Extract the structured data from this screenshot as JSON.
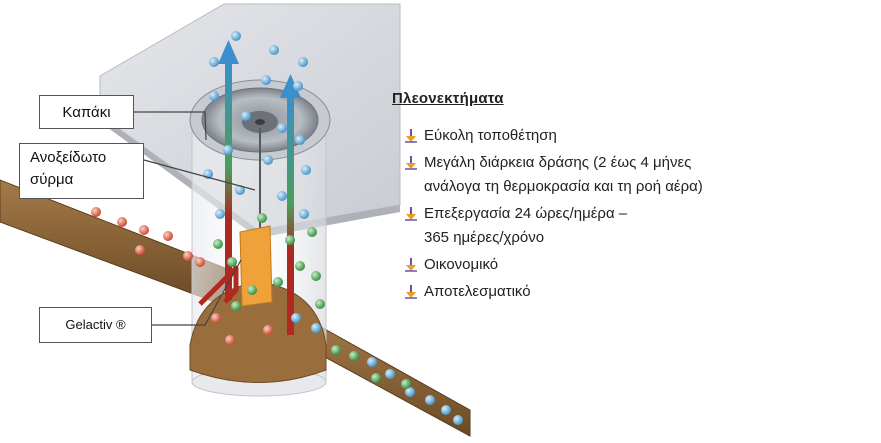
{
  "labels": {
    "lid": "Καπάκι",
    "wire_line1": "Ανοξείδωτο",
    "wire_line2": "σύρμα",
    "gelactiv": "Gelactiv ®"
  },
  "advantages": {
    "title": "Πλεονεκτήματα",
    "items": [
      {
        "line1": "Εύκολη τοποθέτηση",
        "line2": ""
      },
      {
        "line1": "Μεγάλη διάρκεια δράσης (2 έως 4 μήνες",
        "line2": "ανάλογα τη θερμοκρασία και τη ροή αέρα)"
      },
      {
        "line1": "Επεξεργασία 24 ώρες/ημέρα –",
        "line2": "365 ημέρες/χρόνο"
      },
      {
        "line1": "Οικονομικό",
        "line2": ""
      },
      {
        "line1": "Αποτελεσματικό",
        "line2": ""
      }
    ]
  },
  "colors": {
    "plate": "#d9dbe0",
    "pipe": "#8a6438",
    "gel": "#f0a23a",
    "arrow_top": "#3a8fcc",
    "arrow_mid": "#4a9e5a",
    "arrow_bottom": "#b02a20",
    "bubble_blue": "#5aa8d8",
    "bubble_green": "#4aa050",
    "bubble_red": "#d85030",
    "bullet_top": "#6b4db0",
    "bullet_bottom": "#e8a020"
  }
}
